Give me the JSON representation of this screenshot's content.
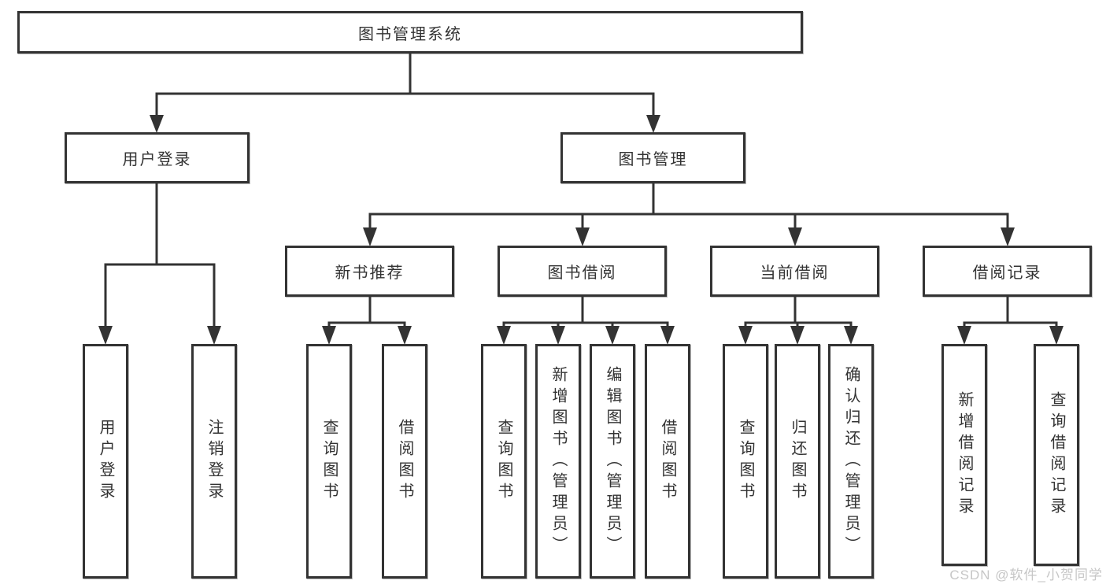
{
  "diagram": {
    "line_color": "#333333",
    "root": {
      "label": "图书管理系统"
    },
    "level2": [
      {
        "id": "user-login",
        "label": "用户登录"
      },
      {
        "id": "book-management",
        "label": "图书管理"
      }
    ],
    "level3": [
      {
        "id": "new-book-recommend",
        "label": "新书推荐",
        "parent": "图书管理"
      },
      {
        "id": "book-borrowing",
        "label": "图书借阅",
        "parent": "图书管理"
      },
      {
        "id": "current-borrowing",
        "label": "当前借阅",
        "parent": "图书管理"
      },
      {
        "id": "borrowing-records",
        "label": "借阅记录",
        "parent": "图书管理"
      }
    ],
    "leaves": [
      {
        "label": "用户登录",
        "parent": "用户登录"
      },
      {
        "label": "注销登录",
        "parent": "用户登录"
      },
      {
        "label": "查询图书",
        "parent": "新书推荐"
      },
      {
        "label": "借阅图书",
        "parent": "新书推荐"
      },
      {
        "label": "查询图书",
        "parent": "图书借阅"
      },
      {
        "label": "新增图书（管理员）",
        "parent": "图书借阅"
      },
      {
        "label": "编辑图书（管理员）",
        "parent": "图书借阅"
      },
      {
        "label": "借阅图书",
        "parent": "图书借阅"
      },
      {
        "label": "查询图书",
        "parent": "当前借阅"
      },
      {
        "label": "归还图书",
        "parent": "当前借阅"
      },
      {
        "label": "确认归还（管理员）",
        "parent": "当前借阅"
      },
      {
        "label": "新增借阅记录",
        "parent": "借阅记录"
      },
      {
        "label": "查询借阅记录",
        "parent": "借阅记录"
      }
    ]
  },
  "watermark": {
    "text": "CSDN @软件_小贺同学",
    "color": "#c6c6c6"
  }
}
